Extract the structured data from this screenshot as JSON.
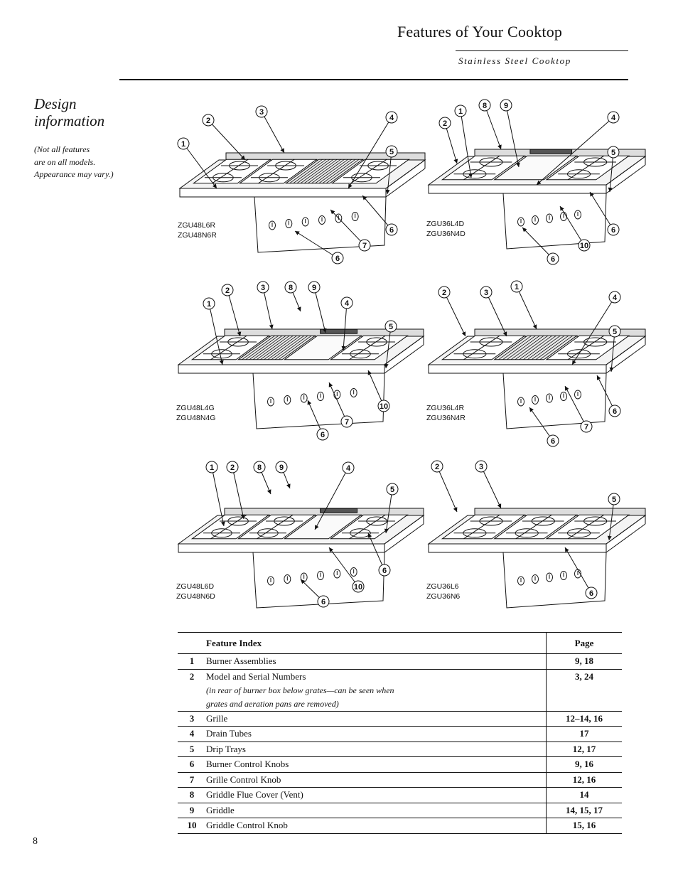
{
  "header": {
    "title": "Features of Your Cooktop",
    "subtitle": "Stainless Steel Cooktop"
  },
  "section": {
    "heading_line1": "Design",
    "heading_line2": "information",
    "note_line1": "(Not all features",
    "note_line2": "are on all models.",
    "note_line3": "Appearance may vary.)"
  },
  "figures": [
    {
      "models": [
        "ZGU48L6R",
        "ZGU48N6R"
      ],
      "callouts": [
        "1",
        "2",
        "3",
        "4",
        "5",
        "6",
        "6",
        "7"
      ]
    },
    {
      "models": [
        "ZGU36L4D",
        "ZGU36N4D"
      ],
      "callouts": [
        "1",
        "2",
        "8",
        "9",
        "4",
        "5",
        "6",
        "6",
        "10"
      ]
    },
    {
      "models": [
        "ZGU48L4G",
        "ZGU48N4G"
      ],
      "callouts": [
        "1",
        "2",
        "3",
        "8",
        "9",
        "4",
        "5",
        "10",
        "7",
        "6"
      ]
    },
    {
      "models": [
        "ZGU36L4R",
        "ZGU36N4R"
      ],
      "callouts": [
        "2",
        "3",
        "1",
        "4",
        "5",
        "6",
        "7",
        "6"
      ]
    },
    {
      "models": [
        "ZGU48L6D",
        "ZGU48N6D"
      ],
      "callouts": [
        "1",
        "2",
        "8",
        "9",
        "4",
        "5",
        "6",
        "10",
        "6"
      ]
    },
    {
      "models": [
        "ZGU36L6",
        "ZGU36N6"
      ],
      "callouts": [
        "2",
        "3",
        "5",
        "6"
      ]
    }
  ],
  "table": {
    "header_feature": "Feature Index",
    "header_page": "Page",
    "rows": [
      {
        "num": "1",
        "name": "Burner Assemblies",
        "page": "9, 18"
      },
      {
        "num": "2",
        "name": "Model and Serial Numbers",
        "note1": "(in rear of burner box below grates—can be seen when",
        "note2": "grates and aeration pans are removed)",
        "page": "3, 24"
      },
      {
        "num": "3",
        "name": "Grille",
        "page": "12–14, 16"
      },
      {
        "num": "4",
        "name": "Drain Tubes",
        "page": "17"
      },
      {
        "num": "5",
        "name": "Drip Trays",
        "page": "12, 17"
      },
      {
        "num": "6",
        "name": "Burner Control Knobs",
        "page": "9, 16"
      },
      {
        "num": "7",
        "name": "Grille Control Knob",
        "page": "12, 16"
      },
      {
        "num": "8",
        "name": "Griddle Flue Cover (Vent)",
        "page": "14"
      },
      {
        "num": "9",
        "name": "Griddle",
        "page": "14, 15, 17"
      },
      {
        "num": "10",
        "name": "Griddle Control Knob",
        "page": "15, 16"
      }
    ]
  },
  "page_number": "8"
}
